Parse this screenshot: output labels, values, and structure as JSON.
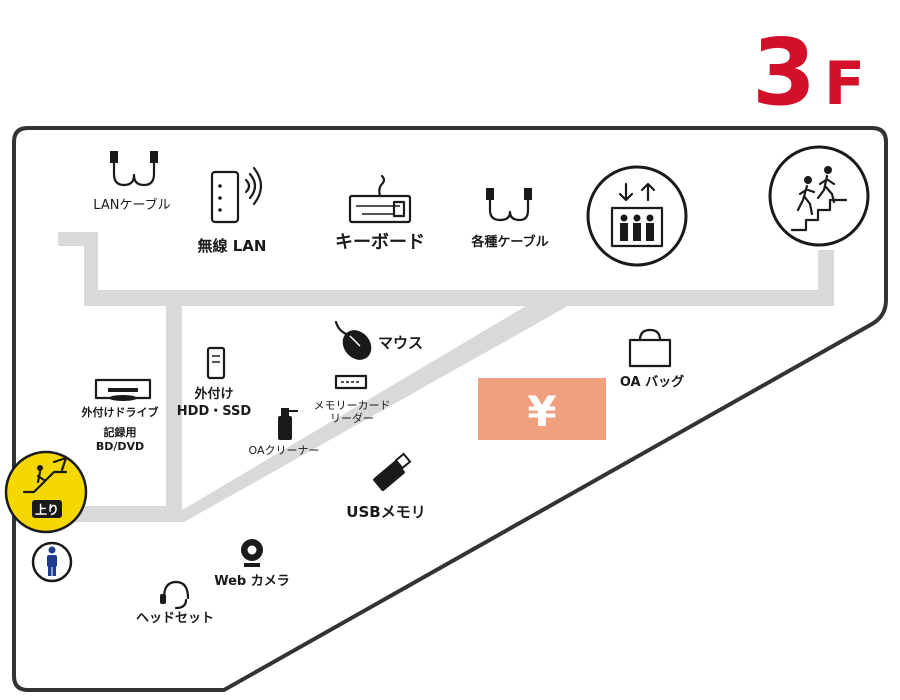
{
  "floor": {
    "number": "3",
    "suffix": "F"
  },
  "colors": {
    "floor_red": "#d3102a",
    "aisle_gray": "#d9d9d9",
    "register_orange": "#f0a07e",
    "escalator_yellow": "#f5d800",
    "restroom_blue": "#1d3c8f",
    "outline": "#333333"
  },
  "register": {
    "symbol": "¥"
  },
  "escalator": {
    "label": "上り",
    "icon": "escalator-icon"
  },
  "restroom": {
    "icon": "restroom-man-icon"
  },
  "elevator": {
    "icon": "elevator-icon"
  },
  "stairs": {
    "icon": "stairs-icon"
  },
  "areas": {
    "lan_cable": {
      "label": "LANケーブル",
      "icon": "lan-cable-icon"
    },
    "wireless_lan": {
      "label": "無線 LAN",
      "icon": "wireless-router-icon"
    },
    "keyboard": {
      "label": "キーボード",
      "icon": "keyboard-icon"
    },
    "various_cables": {
      "label": "各種ケーブル",
      "icon": "cable-icon"
    },
    "mouse": {
      "label": "マウス",
      "icon": "mouse-icon"
    },
    "oa_bag": {
      "label": "OA バッグ",
      "icon": "bag-icon"
    },
    "external_drive": {
      "label": "外付けドライブ",
      "icon": "optical-drive-icon"
    },
    "bd_dvd": {
      "line1": "記録用",
      "line2": "BD/DVD"
    },
    "external_hdd": {
      "line1": "外付け",
      "line2": "HDD・SSD",
      "icon": "hdd-icon"
    },
    "card_reader": {
      "line1": "メモリーカード",
      "line2": "リーダー",
      "icon": "card-reader-icon"
    },
    "oa_cleaner": {
      "label": "OAクリーナー",
      "icon": "spray-icon"
    },
    "usb_memory": {
      "label": "USBメモリ",
      "icon": "usb-memory-icon"
    },
    "web_camera": {
      "label": "Web カメラ",
      "icon": "webcam-icon"
    },
    "headset": {
      "label": "ヘッドセット",
      "icon": "headset-icon"
    }
  }
}
